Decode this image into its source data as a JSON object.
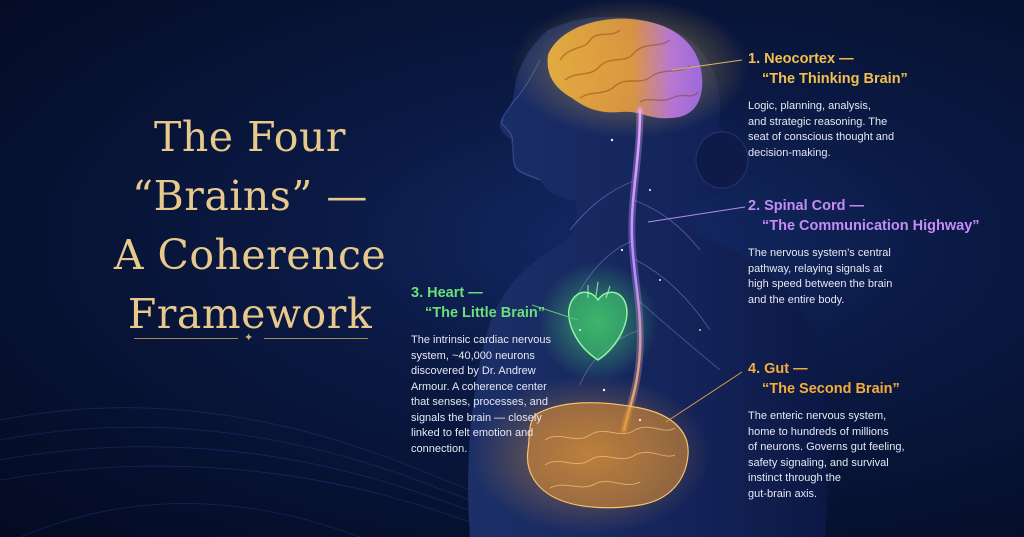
{
  "title_lines": [
    "The Four",
    "“Brains” —",
    "A Coherence",
    "Framework"
  ],
  "colors": {
    "background": "#06102e",
    "title": "#e8c98c",
    "neocortex": "#f2c04f",
    "spinal_cord": "#c58cf5",
    "heart": "#69e07a",
    "gut": "#f2ad3c",
    "body_text": "#e6e9f2"
  },
  "callouts": {
    "neocortex": {
      "heading": "1. Neocortex —",
      "subtitle": "“The Thinking Brain”",
      "lines": [
        "Logic, planning, analysis,",
        "and strategic reasoning. The",
        "seat of conscious thought and",
        "decision-making."
      ]
    },
    "spinal_cord": {
      "heading": "2. Spinal Cord —",
      "subtitle": "“The Communication Highway”",
      "lines": [
        "The nervous system’s central",
        "pathway, relaying signals at",
        "high speed between the brain",
        "and the entire body."
      ]
    },
    "heart": {
      "heading": "3. Heart —",
      "subtitle": "“The Little Brain”",
      "lines": [
        "The intrinsic cardiac nervous",
        "system, ~40,000 neurons",
        "discovered by Dr. Andrew",
        "Armour. A coherence center",
        "that senses, processes, and",
        "signals the brain — closely",
        "linked to felt emotion and",
        "connection."
      ]
    },
    "gut": {
      "heading": "4. Gut —",
      "subtitle": "“The Second Brain”",
      "lines": [
        "The enteric nervous system,",
        "home to hundreds of millions",
        "of neurons. Governs gut feeling,",
        "safety signaling, and survival",
        "instinct through the",
        "gut-brain axis."
      ]
    }
  }
}
